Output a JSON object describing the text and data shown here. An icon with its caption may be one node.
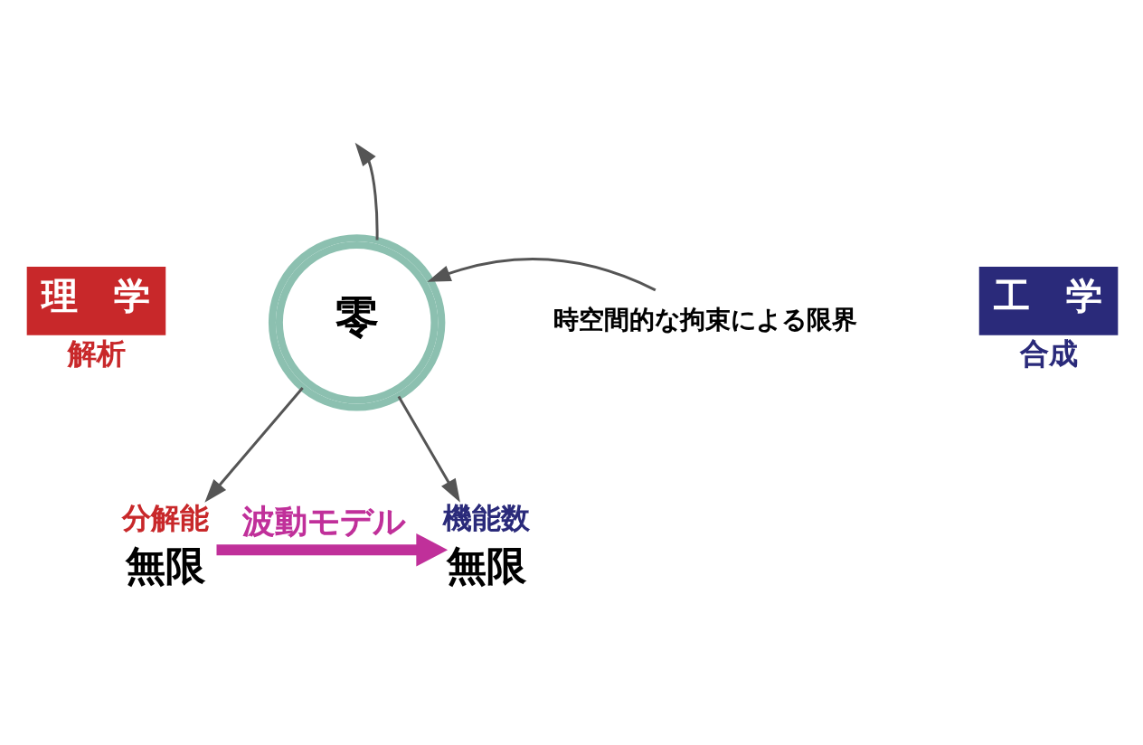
{
  "diagram": {
    "nodes": [
      {
        "text": [
          "零"
        ]
      },
      {
        "text": [
          "理　学"
        ],
        "beside": [
          "解析"
        ]
      },
      {
        "text": [
          "工　学"
        ],
        "beside": [
          "合成"
        ]
      },
      {
        "text": [
          "無限"
        ],
        "beside": [
          "分解能"
        ]
      },
      {
        "text": [
          "無限"
        ],
        "beside": [
          "機能数"
        ]
      },
      {
        "text": [
          "時空間的な拘束による限界"
        ]
      }
    ],
    "edges": [
      {
        "from": 0,
        "to": null,
        "arrow": "to"
      },
      {
        "from": 0,
        "to": 3,
        "arrow": "to"
      },
      {
        "from": 0,
        "to": 4,
        "arrow": "to"
      },
      {
        "from": 5,
        "to": 0,
        "arrow": "to"
      },
      {
        "from": 3,
        "to": 4,
        "arrow": "to",
        "label": "波動モデル",
        "color": "#c0309a",
        "style": "thick"
      }
    ]
  }
}
